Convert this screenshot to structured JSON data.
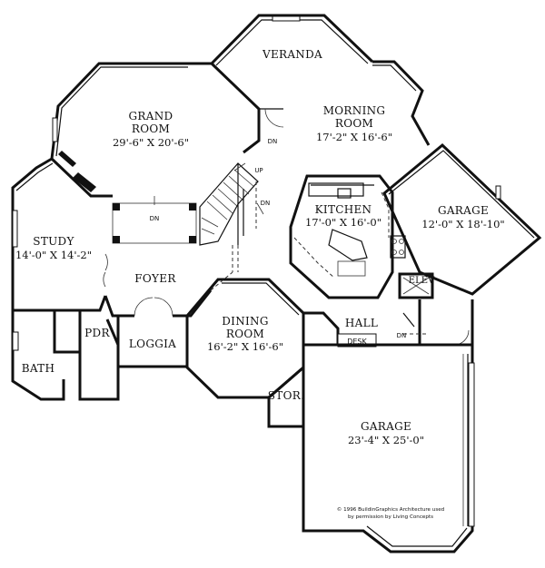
{
  "rooms": {
    "veranda": {
      "name": "VERANDA"
    },
    "grand_room": {
      "name_line1": "GRAND",
      "name_line2": "ROOM",
      "dims": "29'-6\" X 20'-6\""
    },
    "morning_room": {
      "name_line1": "MORNING",
      "name_line2": "ROOM",
      "dims": "17'-2\" X 16'-6\""
    },
    "kitchen": {
      "name": "KITCHEN",
      "dims": "17'-0\" X 16'-0\""
    },
    "garage_small": {
      "name": "GARAGE",
      "dims": "12'-0\" X 18'-10\""
    },
    "study": {
      "name": "STUDY",
      "dims": "14'-0\" X 14'-2\""
    },
    "foyer": {
      "name": "FOYER"
    },
    "dining_room": {
      "name_line1": "DINING",
      "name_line2": "ROOM",
      "dims": "16'-2\" X 16'-6\""
    },
    "hall": {
      "name": "HALL"
    },
    "elev": {
      "name": "ELEV"
    },
    "desk": {
      "name": "DESK"
    },
    "pdr": {
      "name": "PDR"
    },
    "loggia": {
      "name": "LOGGIA"
    },
    "bath": {
      "name": "BATH"
    },
    "stor": {
      "name": "STOR."
    },
    "garage_large": {
      "name": "GARAGE",
      "dims": "23'-4\" X 25'-0\""
    }
  },
  "stair_labels": {
    "up": "UP",
    "dn_stair": "DN",
    "dn_grand": "DN",
    "dn_veranda": "DN",
    "dn_hall": "DN"
  },
  "copyright": {
    "line1": "© 1996 BuildinGraphics Architecture used",
    "line2": "by permission by Living Concepts"
  },
  "colors": {
    "line": "#111111",
    "background": "#ffffff"
  }
}
